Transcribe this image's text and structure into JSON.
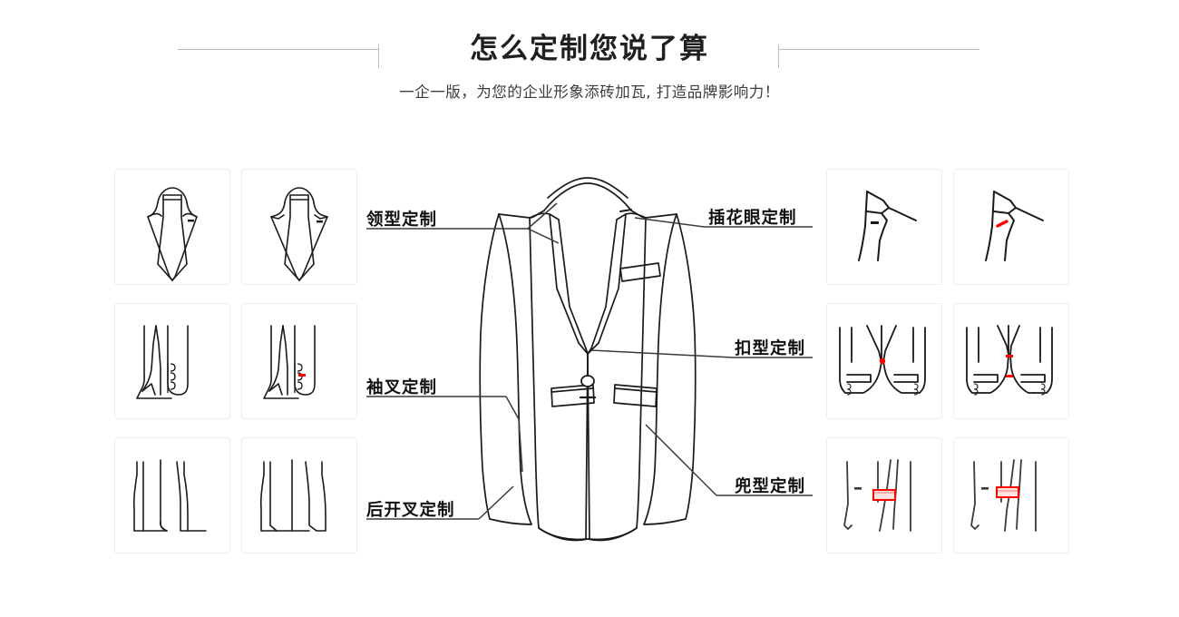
{
  "header": {
    "title": "怎么定制您说了算",
    "subtitle": "一企一版，为您的企业形象添砖加瓦, 打造品牌影响力！",
    "divider_color": "#bcbcbc"
  },
  "theme": {
    "line_color": "#1a1a1a",
    "accent_color": "#ff0000",
    "card_border": "#ececec",
    "text_color": "#111111",
    "background": "#ffffff"
  },
  "labels": {
    "collar": "领型定制",
    "buttonhole": "插花眼定制",
    "button": "扣型定制",
    "sleeve_vent": "袖叉定制",
    "pocket": "兜型定制",
    "back_vent": "后开叉定制"
  },
  "left_cards": [
    {
      "group": "collar",
      "variant": "peak-lapel-a",
      "has_accent": false
    },
    {
      "group": "collar",
      "variant": "peak-lapel-b",
      "has_accent": false
    },
    {
      "group": "sleeve_vent",
      "variant": "open-vent",
      "has_accent": false
    },
    {
      "group": "sleeve_vent",
      "variant": "button-vent",
      "has_accent": true
    },
    {
      "group": "back_vent",
      "variant": "single-vent",
      "has_accent": false
    },
    {
      "group": "back_vent",
      "variant": "double-vent",
      "has_accent": false
    }
  ],
  "right_cards": [
    {
      "group": "buttonhole",
      "variant": "plain-lapel",
      "has_accent": false
    },
    {
      "group": "buttonhole",
      "variant": "red-buttonhole",
      "has_accent": true
    },
    {
      "group": "button",
      "variant": "one-button",
      "has_accent": true
    },
    {
      "group": "button",
      "variant": "two-button",
      "has_accent": true
    },
    {
      "group": "pocket",
      "variant": "flap-pocket",
      "has_accent": true
    },
    {
      "group": "pocket",
      "variant": "welt-pocket",
      "has_accent": true
    }
  ],
  "center": {
    "illustration": "suit-jacket-line-drawing",
    "details": [
      "notch-lapel",
      "chest-welt-pocket",
      "single-front-button",
      "flap-hip-pockets"
    ]
  }
}
